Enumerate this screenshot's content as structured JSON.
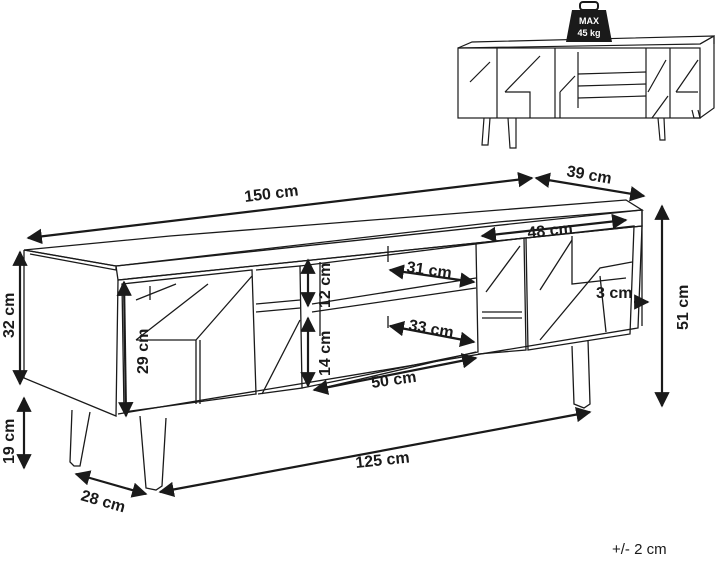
{
  "dimensions": {
    "width": "150 cm",
    "depth": "39 cm",
    "door_width": "48 cm",
    "shelf_depth_upper": "31 cm",
    "shelf_depth_lower": "33 cm",
    "opening_height_upper": "12 cm",
    "opening_height_lower": "14 cm",
    "opening_width": "50 cm",
    "inner_height": "29 cm",
    "body_height": "32 cm",
    "total_height": "51 cm",
    "door_offset": "3 cm",
    "leg_height": "19 cm",
    "leg_span_width": "125 cm",
    "leg_span_depth": "28 cm"
  },
  "load_badge": {
    "line1": "MAX",
    "line2": "45 kg"
  },
  "tolerance": "+/- 2 cm"
}
